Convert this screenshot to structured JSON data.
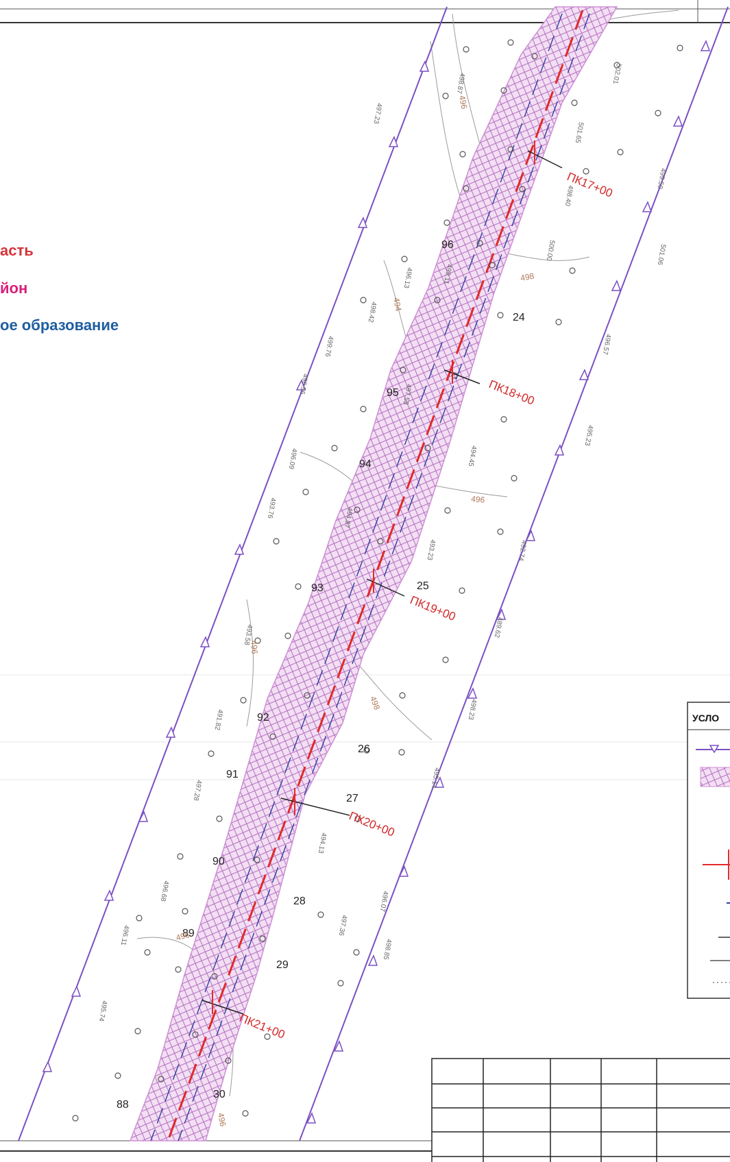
{
  "header_labels": {
    "region": "асть",
    "district": "йон",
    "municipality": "ое образование"
  },
  "colors": {
    "region": "#d3343b",
    "district": "#d81f7a",
    "municipality": "#1e5ea0",
    "boundary": "#7b4fc4",
    "axis": "#e02a2a",
    "hatch_pink": "#d98fd8",
    "hatch_blue": "#2f3f9e"
  },
  "pickets": [
    "ПК17+00",
    "ПК18+00",
    "ПК19+00",
    "ПК20+00",
    "ПК21+00"
  ],
  "point_numbers": [
    "96",
    "24",
    "95",
    "94",
    "25",
    "93",
    "92",
    "26",
    "91",
    "27",
    "90",
    "28",
    "89",
    "29",
    "88",
    "30"
  ],
  "contour_labels": [
    "496",
    "498",
    "494",
    "496",
    "496",
    "498",
    "496",
    "496"
  ],
  "elevations": [
    "498.87",
    "502.01",
    "501.65",
    "499.50",
    "498.40",
    "500.00",
    "501.06",
    "496.13",
    "499.11",
    "497.23",
    "498.42",
    "496.57",
    "499.76",
    "496.96",
    "497.53",
    "495.23",
    "494.45",
    "496.09",
    "494.87",
    "493.76",
    "493.23",
    "493.58",
    "492.74",
    "491.82",
    "489.62",
    "498.23",
    "497.28",
    "496.68",
    "496.11",
    "495.74",
    "495.14",
    "494.13",
    "496.07",
    "497.36",
    "498.85"
  ],
  "legend": {
    "title": "УСЛО"
  }
}
